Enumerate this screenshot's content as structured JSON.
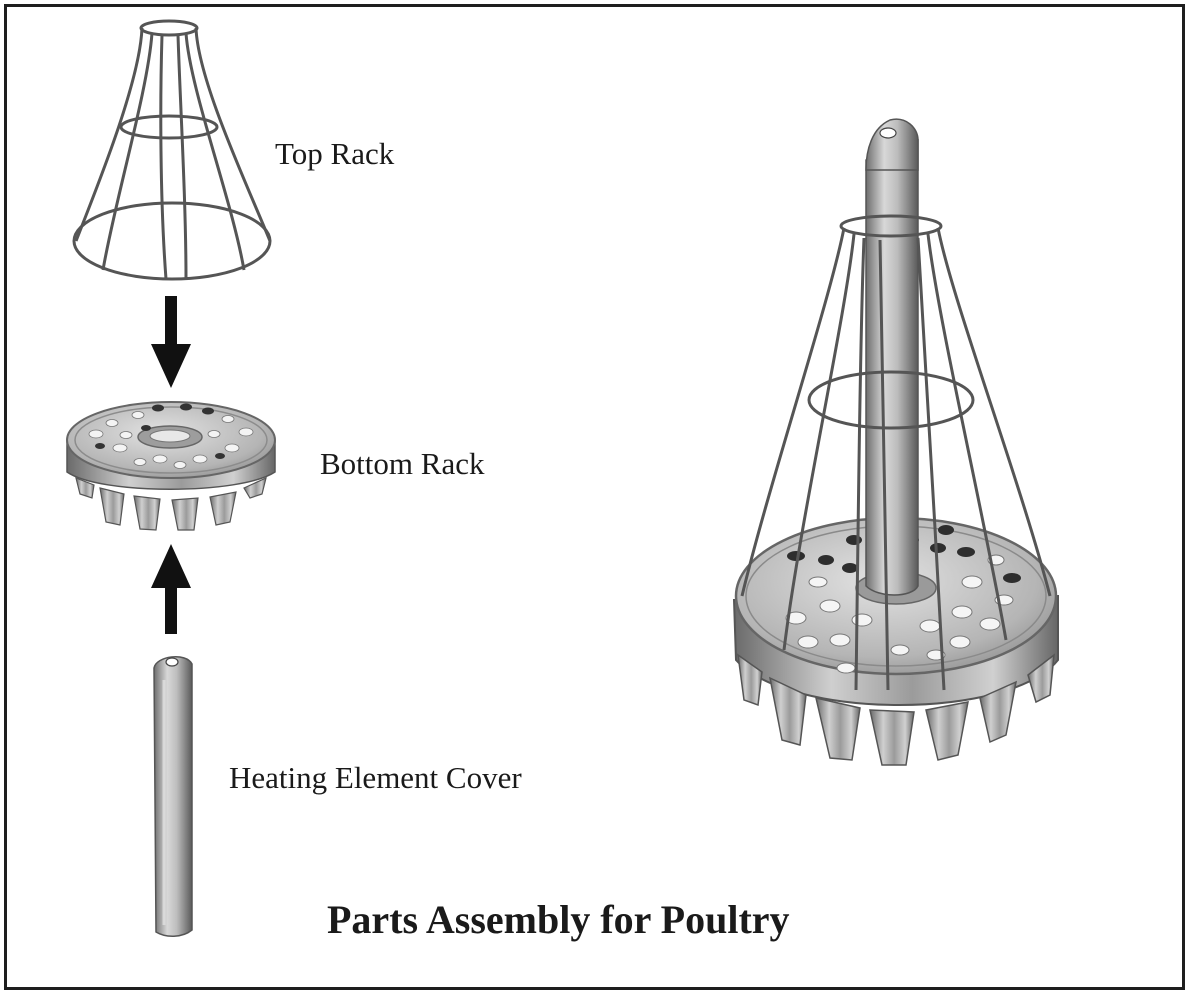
{
  "diagram": {
    "title": "Parts Assembly for Poultry",
    "parts": [
      {
        "label": "Top Rack"
      },
      {
        "label": "Bottom Rack"
      },
      {
        "label": "Heating Element Cover"
      }
    ]
  },
  "colors": {
    "frame": "#1e1e1e",
    "wire": "#555555",
    "metal_light": "#d9d9d9",
    "metal_mid": "#a6a6a6",
    "metal_dark": "#5c5c5c",
    "arrow": "#111111",
    "text": "#1a1a1a"
  }
}
